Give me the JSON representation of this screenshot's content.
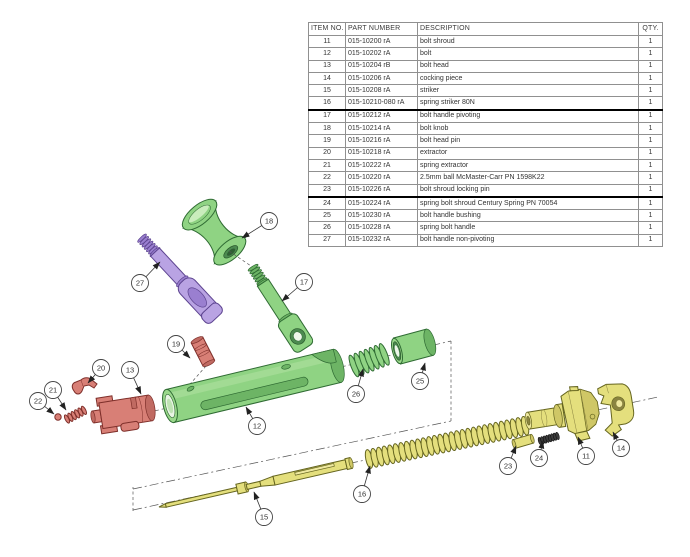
{
  "table": {
    "headers": [
      "ITEM NO.",
      "PART NUMBER",
      "DESCRIPTION",
      "QTY."
    ],
    "rows": [
      {
        "item": "11",
        "part": "015-10200 rA",
        "desc": "bolt shroud",
        "qty": "1"
      },
      {
        "item": "12",
        "part": "015-10202 rA",
        "desc": "bolt",
        "qty": "1"
      },
      {
        "item": "13",
        "part": "015-10204 rB",
        "desc": "bolt head",
        "qty": "1"
      },
      {
        "item": "14",
        "part": "015-10206 rA",
        "desc": "cocking piece",
        "qty": "1"
      },
      {
        "item": "15",
        "part": "015-10208 rA",
        "desc": "striker",
        "qty": "1"
      },
      {
        "item": "16",
        "part": "015-10210-080 rA",
        "desc": "spring striker 80N",
        "qty": "1"
      },
      {
        "item": "17",
        "part": "015-10212 rA",
        "desc": "bolt handle pivoting",
        "qty": "1"
      },
      {
        "item": "18",
        "part": "015-10214 rA",
        "desc": "bolt knob",
        "qty": "1"
      },
      {
        "item": "19",
        "part": "015-10216 rA",
        "desc": "bolt head pin",
        "qty": "1"
      },
      {
        "item": "20",
        "part": "015-10218 rA",
        "desc": "extractor",
        "qty": "1"
      },
      {
        "item": "21",
        "part": "015-10222 rA",
        "desc": "spring extractor",
        "qty": "1"
      },
      {
        "item": "22",
        "part": "015-10220 rA",
        "desc": "2.5mm ball McMaster-Carr PN 1598K22",
        "qty": "1"
      },
      {
        "item": "23",
        "part": "015-10226 rA",
        "desc": "bolt shroud locking pin",
        "qty": "1"
      },
      {
        "item": "24",
        "part": "015-10224 rA",
        "desc": "spring bolt shroud Century Spring PN 70054",
        "qty": "1"
      },
      {
        "item": "25",
        "part": "015-10230 rA",
        "desc": "bolt handle bushing",
        "qty": "1"
      },
      {
        "item": "26",
        "part": "015-10228 rA",
        "desc": "spring bolt handle",
        "qty": "1"
      },
      {
        "item": "27",
        "part": "015-10232 rA",
        "desc": "bolt handle non-pivoting",
        "qty": "1"
      }
    ],
    "thick_border_above_items": [
      "17",
      "24"
    ]
  },
  "diagram": {
    "balloons": [
      "27",
      "18",
      "17",
      "19",
      "20",
      "13",
      "21",
      "22",
      "12",
      "26",
      "25",
      "16",
      "15",
      "23",
      "24",
      "11",
      "14"
    ],
    "palette": {
      "green": "#8fd383",
      "purple": "#b9a3e3",
      "red": "#d87f76",
      "yellow": "#e4df7d",
      "dark_spring": "#3a3a3a"
    }
  }
}
